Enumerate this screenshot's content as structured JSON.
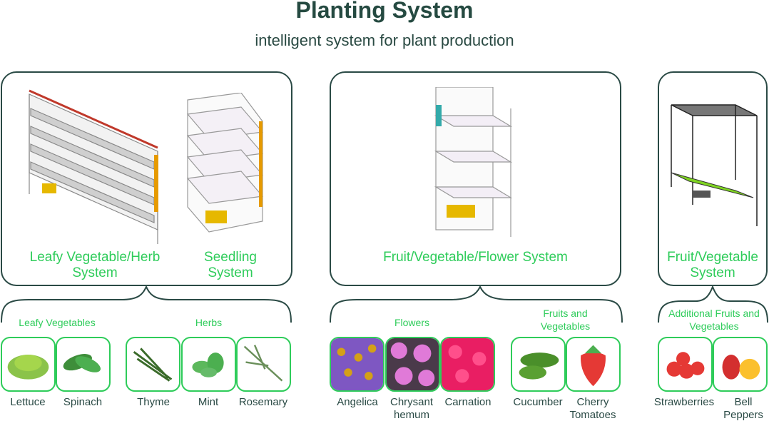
{
  "header": {
    "title": "Planting System",
    "subtitle": "intelligent system for plant production"
  },
  "systems": [
    {
      "labels": [
        "Leafy Vegetable/Herb System",
        "Seedling System"
      ]
    },
    {
      "labels": [
        "Fruit/Vegetable/Flower System"
      ]
    },
    {
      "labels": [
        "Fruit/Vegetable System"
      ]
    }
  ],
  "categories": [
    "Leafy Vegetables",
    "Herbs",
    "Flowers",
    "Fruits and Vegetables",
    "Additional Fruits and Vegetables"
  ],
  "items": [
    "Lettuce",
    "Spinach",
    "Thyme",
    "Mint",
    "Rosemary",
    "Angelica",
    "Chrysant hemum",
    "Carnation",
    "Cucumber",
    "Cherry Tomatoes",
    "Strawberries",
    "Bell Peppers"
  ],
  "colors": {
    "accent": "#2ecc5a",
    "dark": "#2a4a45"
  }
}
